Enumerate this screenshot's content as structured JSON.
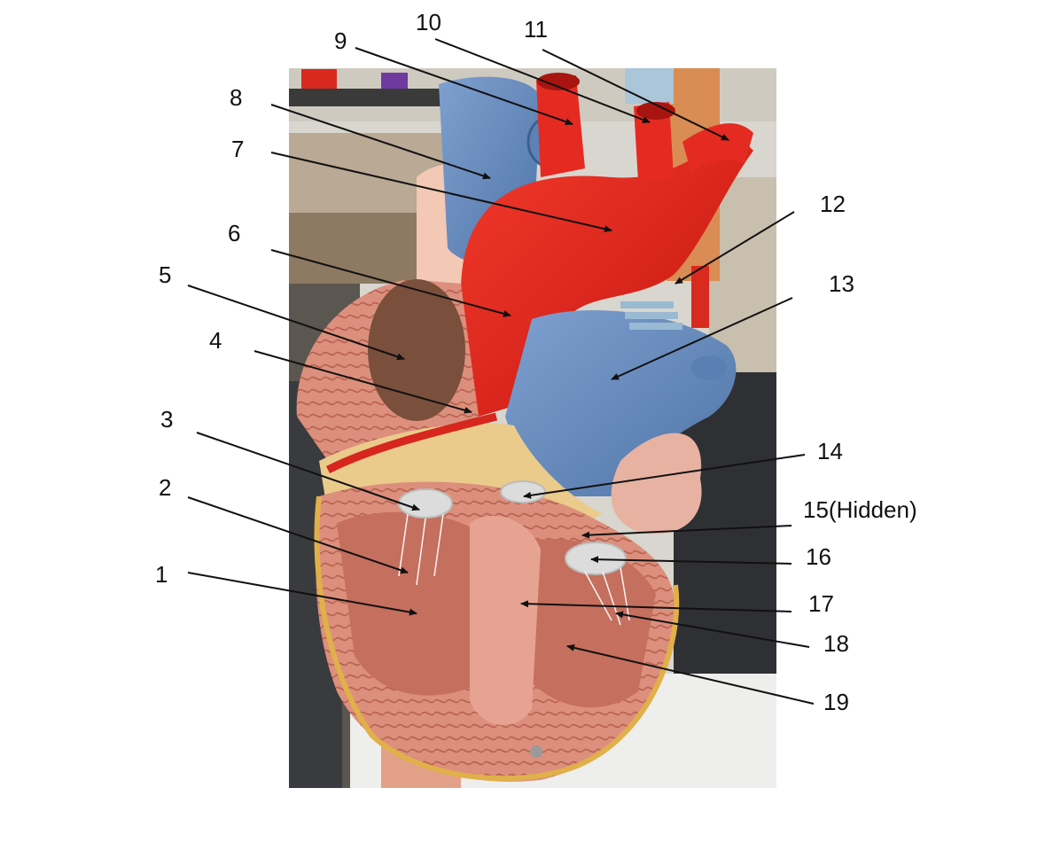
{
  "labels": [
    "1",
    "2",
    "3",
    "4",
    "5",
    "6",
    "7",
    "8",
    "9",
    "10",
    "11",
    "12",
    "13",
    "14",
    "15(Hidden)",
    "16",
    "17",
    "18",
    "19"
  ],
  "colors": {
    "background": "#ffffff",
    "label_text": "#111111",
    "leader_line": "#111111",
    "artery_red": "#e4221c",
    "vein_blue": "#6b8fbf",
    "myocardium": "#d98a78",
    "fat_yellow": "#e9c98a",
    "backdrop_gray": "#2f3033"
  },
  "picture": {
    "subject": "heart-model-photo"
  }
}
